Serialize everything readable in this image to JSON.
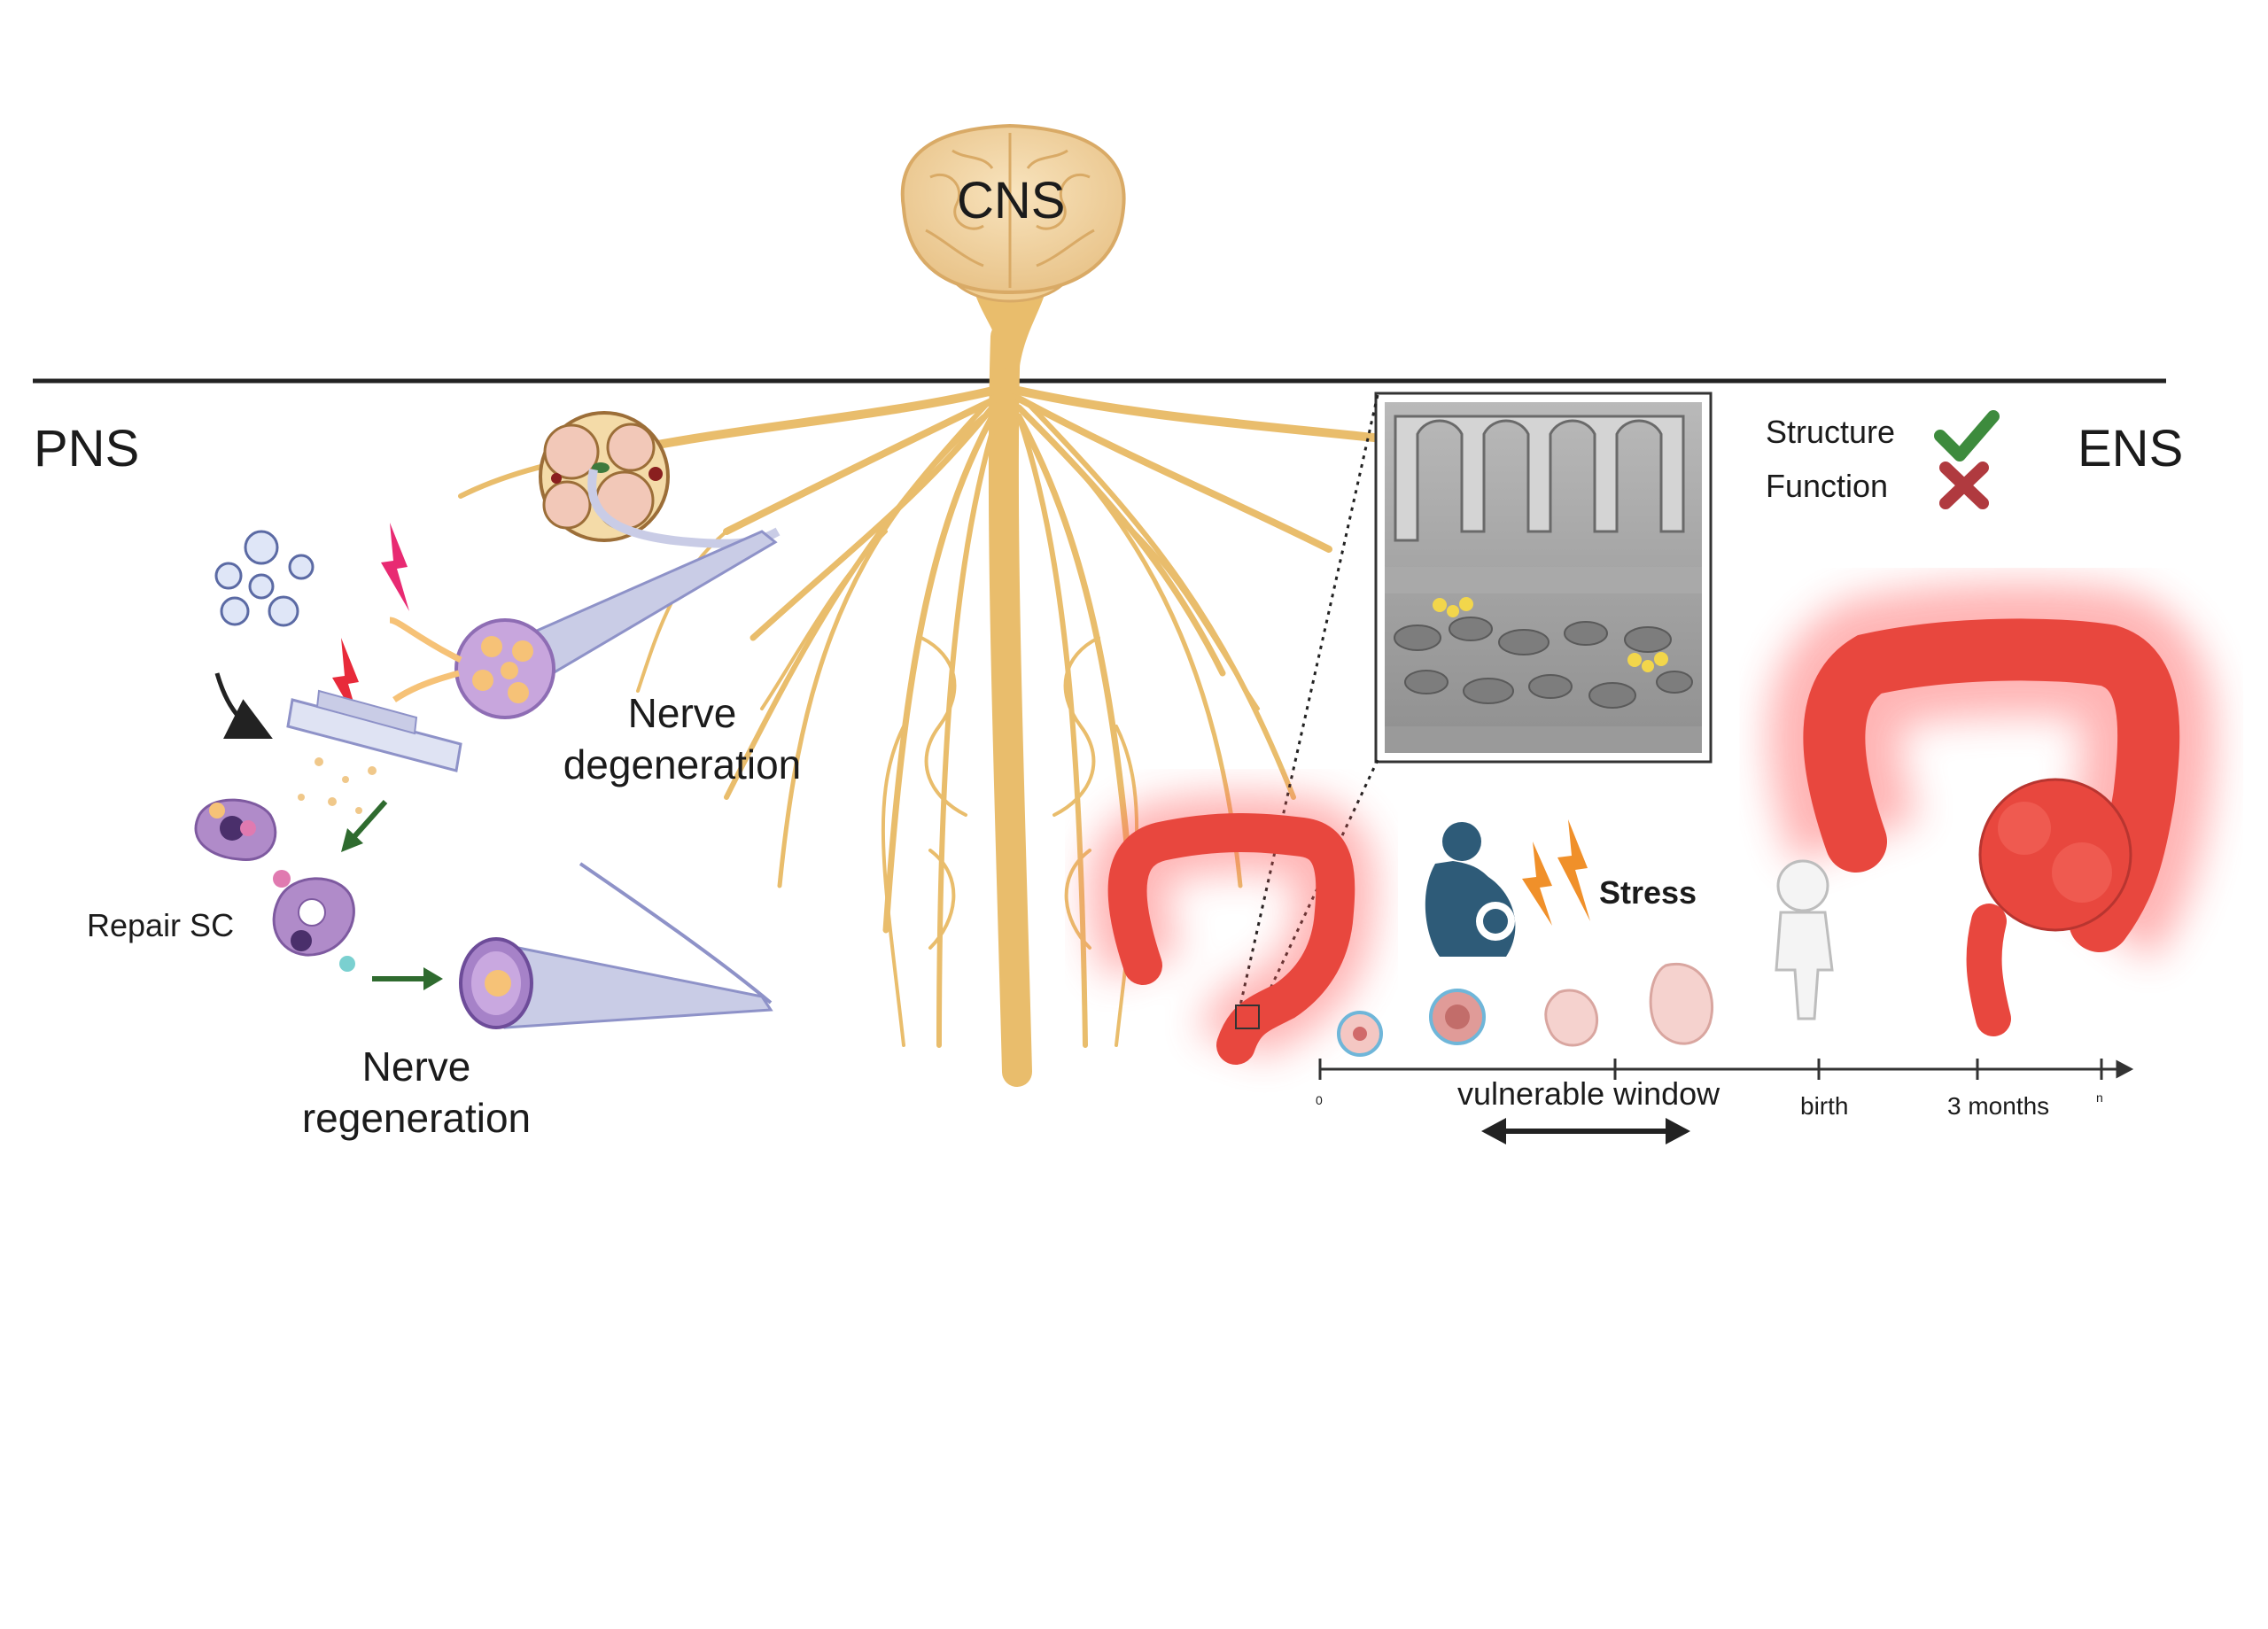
{
  "regions": {
    "cns": "CNS",
    "pns": "PNS",
    "ens": "ENS"
  },
  "pns_panel": {
    "degeneration_line1": "Nerve",
    "degeneration_line2": "degeneration",
    "regeneration_line1": "Nerve",
    "regeneration_line2": "regeneration",
    "repair_cell": "Repair SC"
  },
  "ens_panel": {
    "legend": [
      {
        "label": "Structure",
        "icon": "check-mark-icon",
        "color": "#3d8b3d"
      },
      {
        "label": "Function",
        "icon": "cross-mark-icon",
        "color": "#b03a3f"
      }
    ],
    "stress": "Stress",
    "timeline": {
      "start": "0",
      "vulnerable_window": "vulnerable window",
      "birth": "birth",
      "three_months": "3 months",
      "end": "n"
    }
  },
  "colors": {
    "nerve": "#e9bd6c",
    "brain": "#f3d7a4",
    "colon": "#e8473e",
    "colon_glow": "#ff5a5a",
    "schwann": "#b08bc9",
    "axon_sheath": "#c9cce6",
    "stress_bolt": "#f0902a",
    "injury_bolt": "#e82a3a"
  }
}
